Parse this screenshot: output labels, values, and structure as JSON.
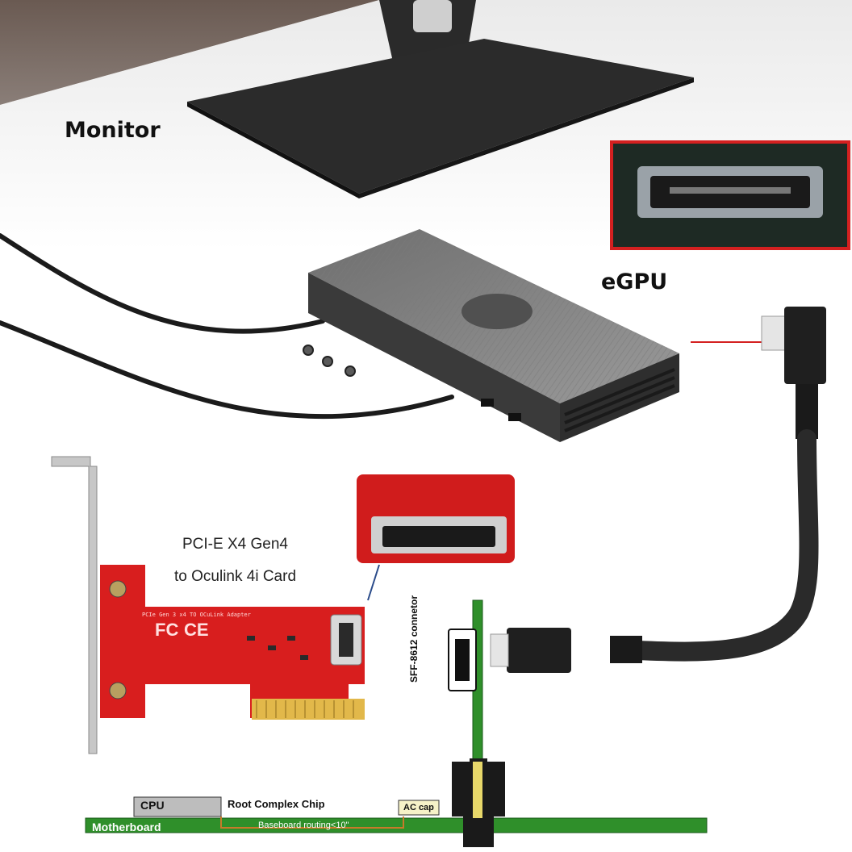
{
  "labels": {
    "monitor": "Monitor",
    "egpu": "eGPU",
    "card_line1": "PCI-E X4 Gen4",
    "card_line2": "to Oculink 4i Card",
    "sff_connector": "SFF-8612 connetor",
    "cpu": "CPU",
    "root_complex": "Root Complex Chip",
    "motherboard": "Motherboard",
    "routing": "Baseboard routing<10\"",
    "ac_cap": "AC cap",
    "card_silk": "PCIe Gen 3 x4 TO OCuLink Adapter",
    "fc": "FC",
    "ce": "CE"
  },
  "colors": {
    "pcb_red": "#d81e1e",
    "pcb_green": "#2f8f2a",
    "highlight_box": "#d42020",
    "egpu_body": "#5a5a5a",
    "cable_black": "#1a1a1a"
  },
  "icons": [
    "monitor-stand",
    "egpu-dock",
    "oculink-port",
    "oculink-cable",
    "pcie-card",
    "motherboard-diagram"
  ]
}
